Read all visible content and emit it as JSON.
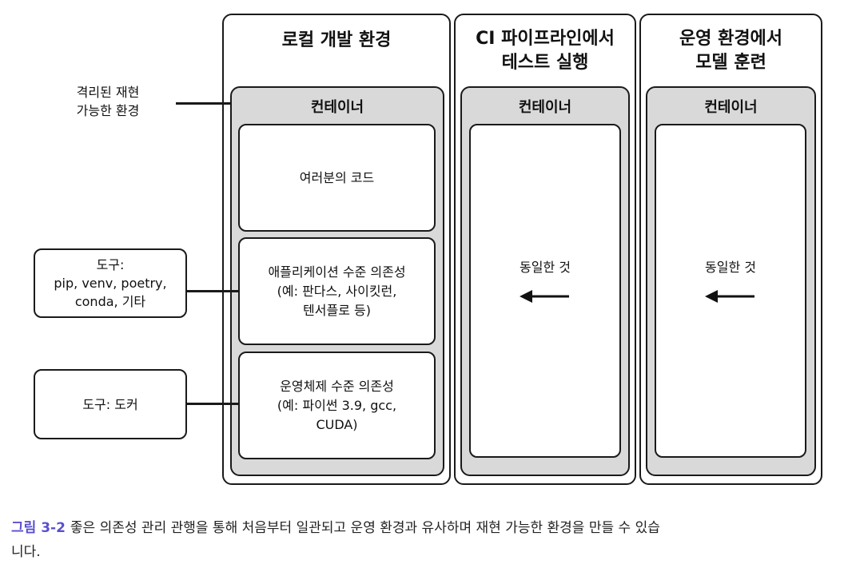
{
  "columns": [
    {
      "title_lines": [
        "로컬 개발 환경"
      ]
    },
    {
      "title_lines": [
        "CI 파이프라인에서",
        "테스트 실행"
      ]
    },
    {
      "title_lines": [
        "운영 환경에서",
        "모델 훈련"
      ]
    }
  ],
  "container_label": "컨테이너",
  "inner_boxes": {
    "code": {
      "lines": [
        "여러분의 코드"
      ]
    },
    "app_deps": {
      "lines": [
        "애플리케이션 수준 의존성",
        "(예: 판다스, 사이킷런,",
        "텐서플로 등)"
      ]
    },
    "os_deps": {
      "lines": [
        "운영체제 수준 의존성",
        "(예: 파이썬 3.9, gcc,",
        "CUDA)"
      ]
    },
    "same": "동일한 것"
  },
  "side_label": {
    "lines": [
      "격리된 재현",
      "가능한 환경"
    ]
  },
  "tools": {
    "app_tools": {
      "lines": [
        "도구:",
        "pip, venv, poetry,",
        "conda, 기타"
      ]
    },
    "os_tools": {
      "lines": [
        "도구: 도커"
      ]
    }
  },
  "caption": {
    "number": "그림 3-2",
    "line1": "좋은 의존성 관리 관행을 통해 처음부터 일관되고 운영 환경과 유사하며 재현 가능한 환경을 만들 수 있습",
    "line2": "니다."
  },
  "icons": {
    "arrow": "left-arrow-icon"
  }
}
